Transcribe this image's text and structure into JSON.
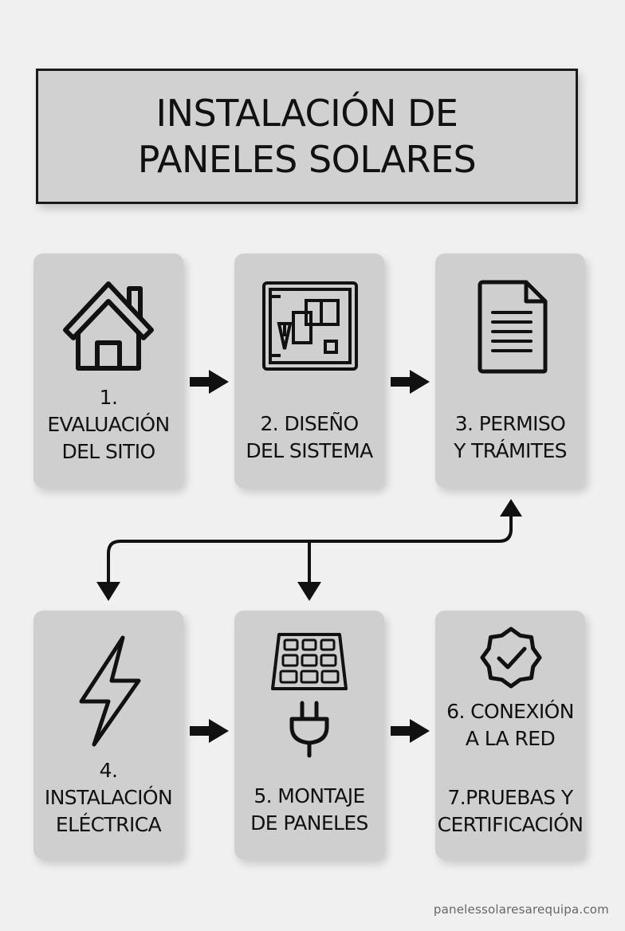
{
  "title": {
    "line1": "INSTALACIÓN DE",
    "line2": "PANELES SOLARES"
  },
  "steps": [
    {
      "label": "1.\nEVALUACIÓN\nDEL SITIO",
      "icon": "house-icon"
    },
    {
      "label": "2. DISEÑO\nDEL SISTEMA",
      "icon": "blueprint-icon"
    },
    {
      "label": "3. PERMISO\nY TRÁMITES",
      "icon": "document-icon"
    },
    {
      "label": "4.\nINSTALACIÓN\nELÉCTRICA",
      "icon": "lightning-icon"
    },
    {
      "label": "5. MONTAJE\nDE PANELES",
      "icon": "solar-panel-icon"
    },
    {
      "label_a": "6. CONEXIÓN\nA LA RED",
      "label_b": "7.PRUEBAS Y\nCERTIFICACIÓN",
      "icon": "verified-badge-icon"
    }
  ],
  "footer": {
    "website": "panelessolaresarequipa.com"
  }
}
